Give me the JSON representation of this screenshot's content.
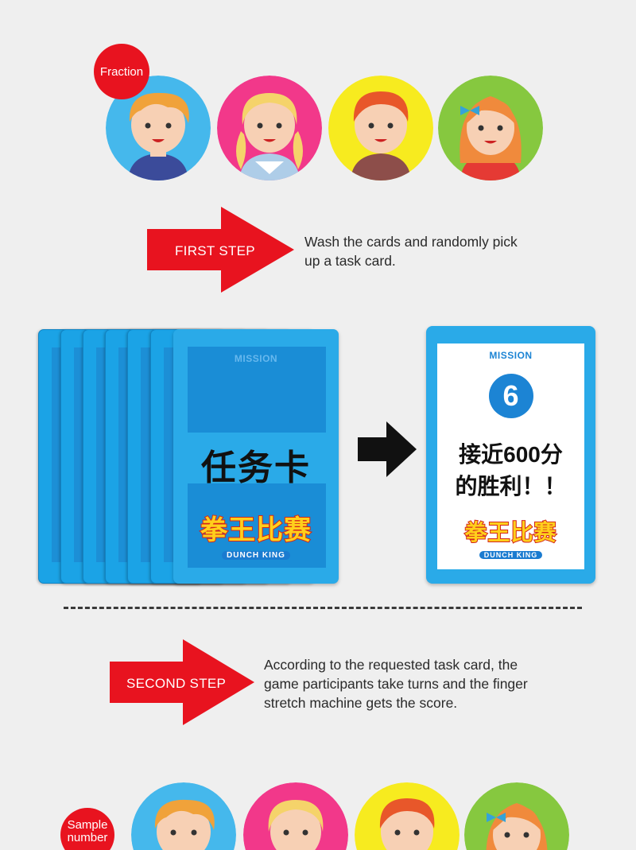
{
  "badges": {
    "fraction": "Fraction",
    "sample_line1": "Sample",
    "sample_line2": "number"
  },
  "steps": [
    {
      "label": "FIRST STEP",
      "text_line1": "Wash the cards and randomly pick",
      "text_line2": "up a task card."
    },
    {
      "label": "SECOND STEP",
      "text_line1": "According to the requested task card, the",
      "text_line2": "game participants take turns and the finger",
      "text_line3": "stretch machine gets the score."
    }
  ],
  "task_card": {
    "mission": "MISSION",
    "title_cn": "任务卡",
    "logo_cn": "拳王比赛",
    "logo_en": "DUNCH KING"
  },
  "result_card": {
    "mission": "MISSION",
    "number": "6",
    "line1_cn": "接近600分",
    "line2_cn": "的胜利！！",
    "logo_cn": "拳王比赛",
    "logo_en": "DUNCH KING"
  },
  "colors": {
    "avatar_backgrounds": [
      "#45b8ec",
      "#f2388a",
      "#f7eb1f",
      "#86c83f"
    ],
    "step_arrow": "#e8131f",
    "card_blue": "#2aaae8"
  }
}
